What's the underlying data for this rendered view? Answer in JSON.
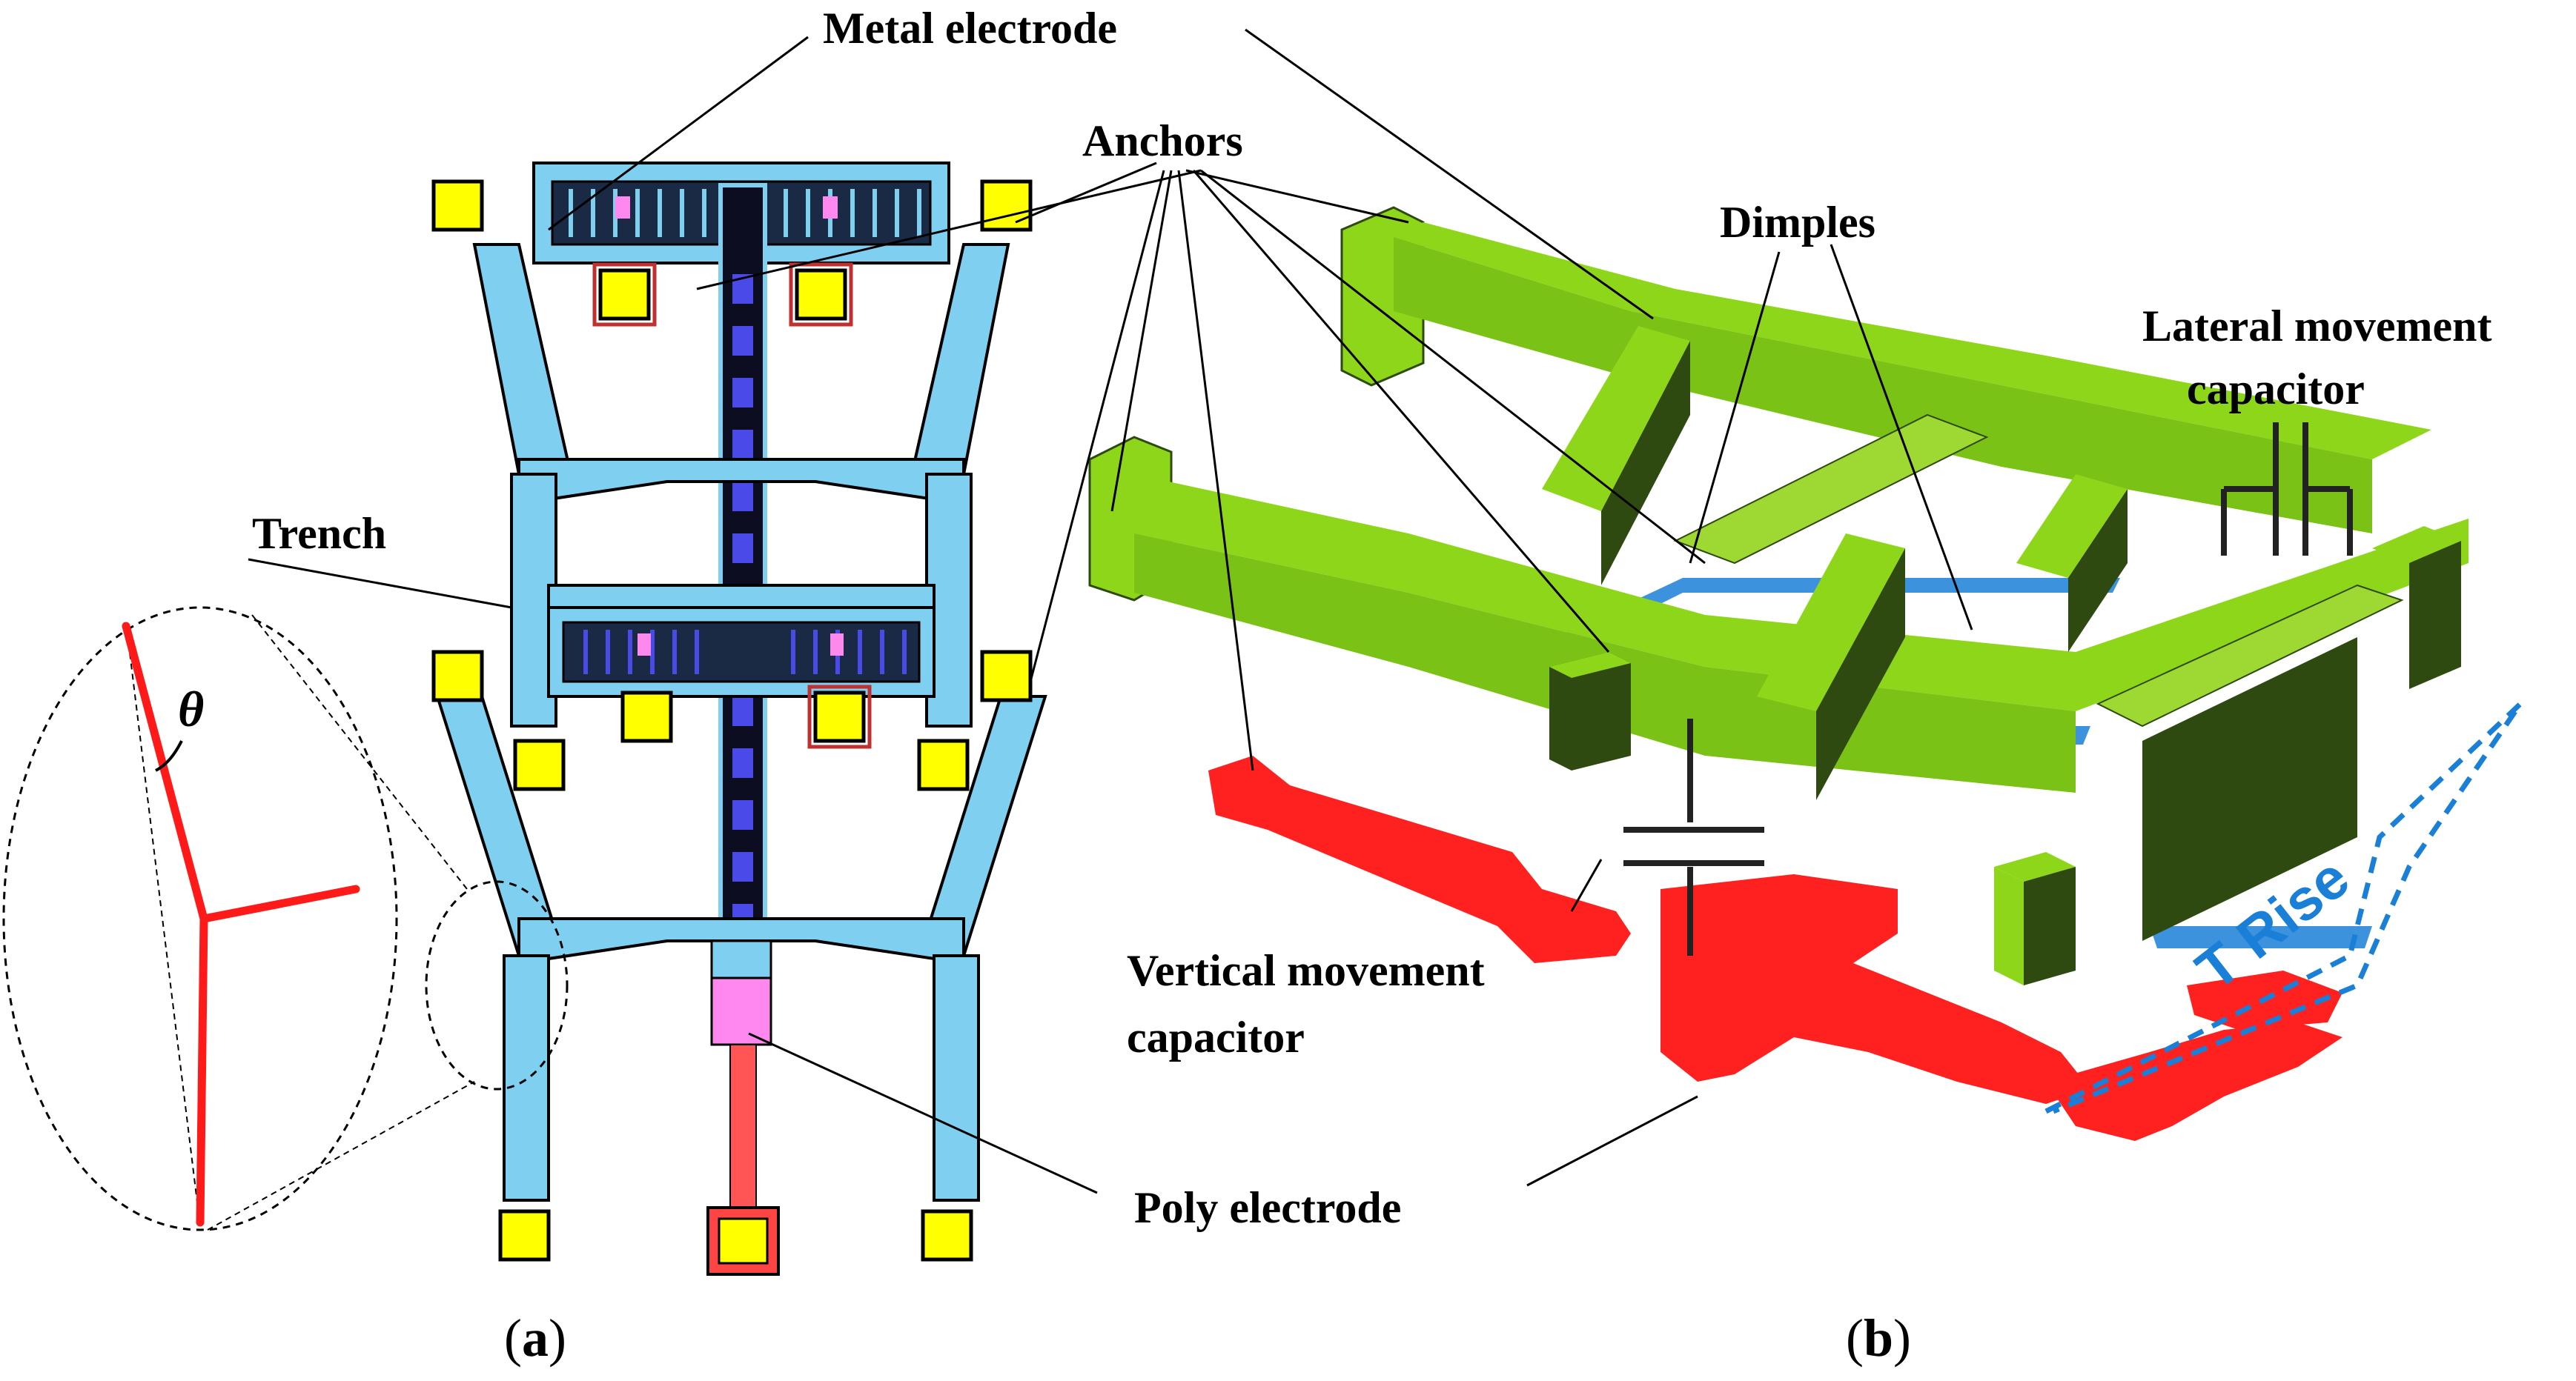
{
  "labels": {
    "metal_electrode": "Metal electrode",
    "anchors": "Anchors",
    "dimples": "Dimples",
    "lateral_line1": "Lateral movement",
    "lateral_line2": "capacitor",
    "trench": "Trench",
    "theta": "θ",
    "vertical_line1": "Vertical movement",
    "vertical_line2": "capacitor",
    "poly_electrode": "Poly electrode",
    "t_rise": "T Rise"
  },
  "captions": {
    "a_open": "(",
    "a_letter": "a",
    "a_close": ")",
    "b_open": "(",
    "b_letter": "b",
    "b_close": ")"
  },
  "colors": {
    "anchor_yellow": "#ffff00",
    "trench_blue": "#7fcff0",
    "electrode_blue": "#4a4ae8",
    "poly_red": "#ff3333",
    "structure_green": "#8ed61a",
    "shadow_green": "#2e4a10",
    "trise_blue": "#1a7fd6",
    "pink": "#ff88ee"
  }
}
